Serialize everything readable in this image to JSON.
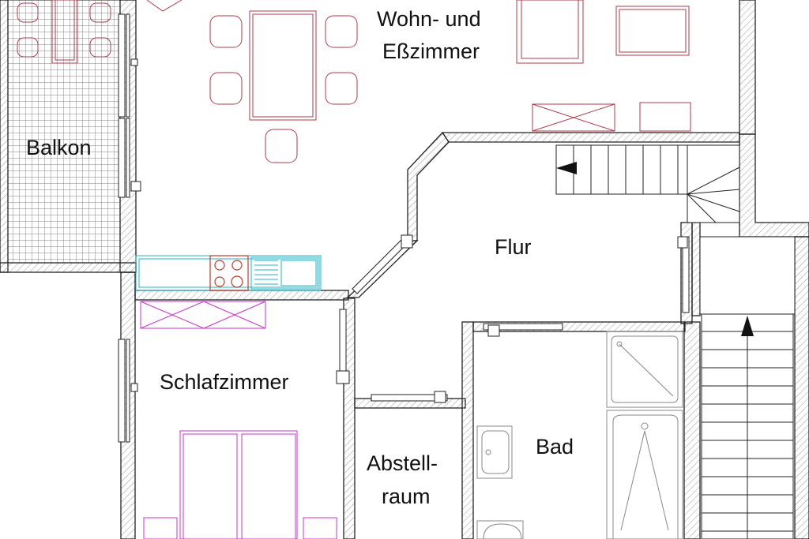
{
  "rooms": {
    "wohn_line1": "Wohn- und",
    "wohn_line2": "Eßzimmer",
    "balkon": "Balkon",
    "flur": "Flur",
    "schlaf": "Schlafzimmer",
    "bad": "Bad",
    "abstell_line1": "Abstell-",
    "abstell_line2": "raum"
  },
  "colors": {
    "wall": "#222222",
    "hatch": "#9a9a9a",
    "furniture_red": "#b23a48",
    "furniture_magenta": "#cc33cc",
    "kitchen_cyan": "#22b5c8",
    "stove": "#c0392b"
  },
  "icons": [
    "stair-arrow-left-icon",
    "stair-arrow-up-icon"
  ]
}
